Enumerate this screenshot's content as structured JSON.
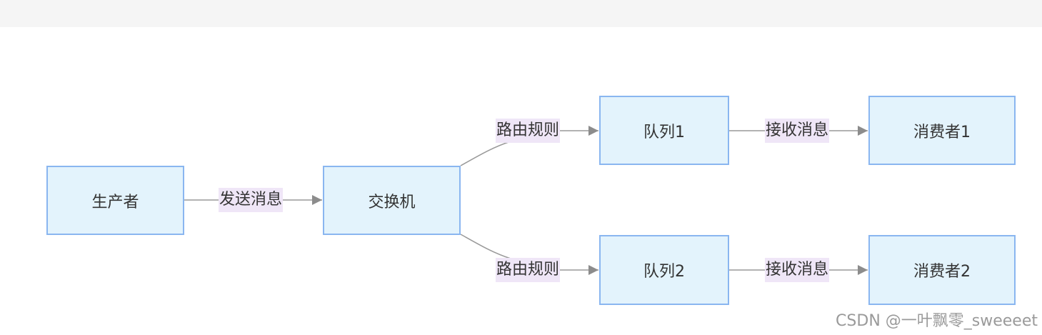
{
  "nodes": {
    "producer": "生产者",
    "exchange": "交换机",
    "queue1": "队列1",
    "queue2": "队列2",
    "consumer1": "消费者1",
    "consumer2": "消费者2"
  },
  "edges": {
    "send": "发送消息",
    "route1": "路由规则",
    "route2": "路由规则",
    "receive1": "接收消息",
    "receive2": "接收消息"
  },
  "watermark": "CSDN @一叶飘零_sweeeet",
  "colors": {
    "node_fill": "#e3f3fc",
    "node_border": "#8ab6f0",
    "edge_label_bg": "#efe6f7",
    "edge_line": "#999999"
  }
}
